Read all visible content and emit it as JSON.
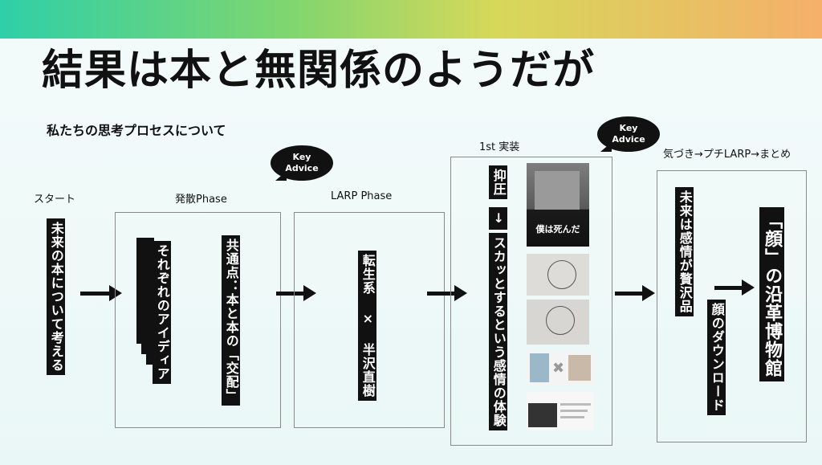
{
  "slide": {
    "title": "結果は本と無関係のようだが",
    "subtitle": "私たちの思考プロセスについて"
  },
  "stages": {
    "start": {
      "label": "スタート",
      "text": "未来の本について考える"
    },
    "divergence": {
      "label": "発散Phase",
      "ideas": "それぞれのアイディア",
      "common": "共通点：本と本の「交配」"
    },
    "larp": {
      "label": "LARP Phase",
      "text": "転生系 × 半沢直樹"
    },
    "impl": {
      "label": "1st 実装",
      "top": "抑圧",
      "mid": "↓",
      "bottom": "スカッとするという感情の体験"
    },
    "final": {
      "label": "気づき→プチLARP→まとめ",
      "a": "未来は感情が贅沢品",
      "b": "顔のダウンロード",
      "c": "「顔」の沿革博物館"
    }
  },
  "bubbles": {
    "line1": "Key",
    "line2": "Advice"
  },
  "photo": {
    "caption": "僕は死んだ"
  },
  "colors": {
    "ink": "#111111",
    "box_border": "#8a8a8a"
  }
}
